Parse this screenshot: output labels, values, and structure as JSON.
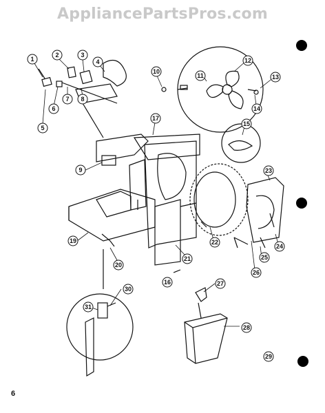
{
  "watermark": "AppliancePartsPros.com",
  "page_number": "6",
  "callouts": [
    "1",
    "2",
    "3",
    "4",
    "5",
    "6",
    "7",
    "8",
    "9",
    "10",
    "11",
    "12",
    "13",
    "14",
    "15",
    "16",
    "17",
    "19",
    "20",
    "21",
    "22",
    "23",
    "24",
    "25",
    "26",
    "27",
    "28",
    "29",
    "30",
    "31"
  ]
}
